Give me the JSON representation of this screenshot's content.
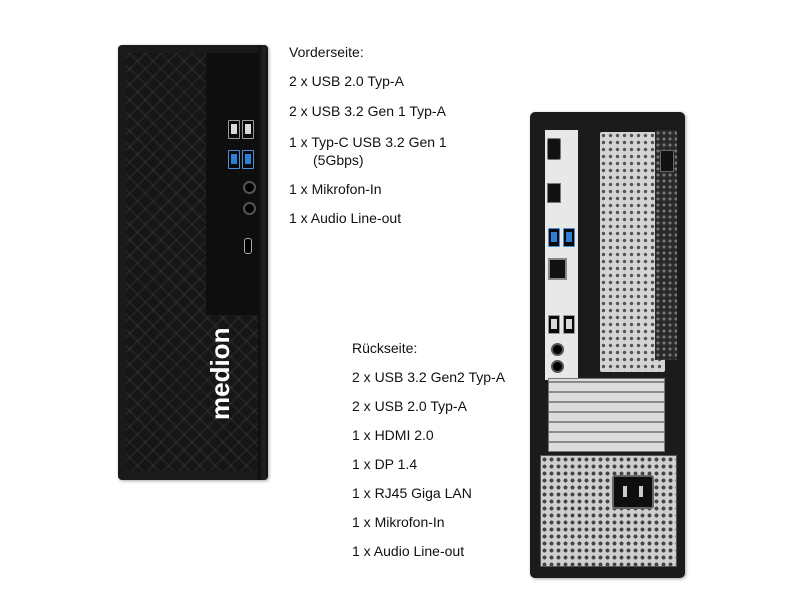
{
  "front": {
    "heading": "Vorderseite:",
    "items": [
      "2 x USB 2.0 Typ-A",
      "2 x USB 3.2 Gen 1 Typ-A",
      "1 x Typ-C USB 3.2 Gen 1",
      "(5Gbps)",
      "1 x Mikrofon-In",
      "1 x Audio Line-out"
    ]
  },
  "rear": {
    "heading": "Rückseite:",
    "items": [
      "2 x USB 3.2 Gen2 Typ-A",
      "2 x USB 2.0 Typ-A",
      "1 x HDMI 2.0",
      "1 x DP 1.4",
      "1 x RJ45 Giga LAN",
      "1 x Mikrofon-In",
      "1 x Audio Line-out"
    ]
  },
  "brand": "medion",
  "colors": {
    "chassis": "#1a1a1a",
    "usb3_blue": "#2f7fd3",
    "text": "#111111"
  }
}
